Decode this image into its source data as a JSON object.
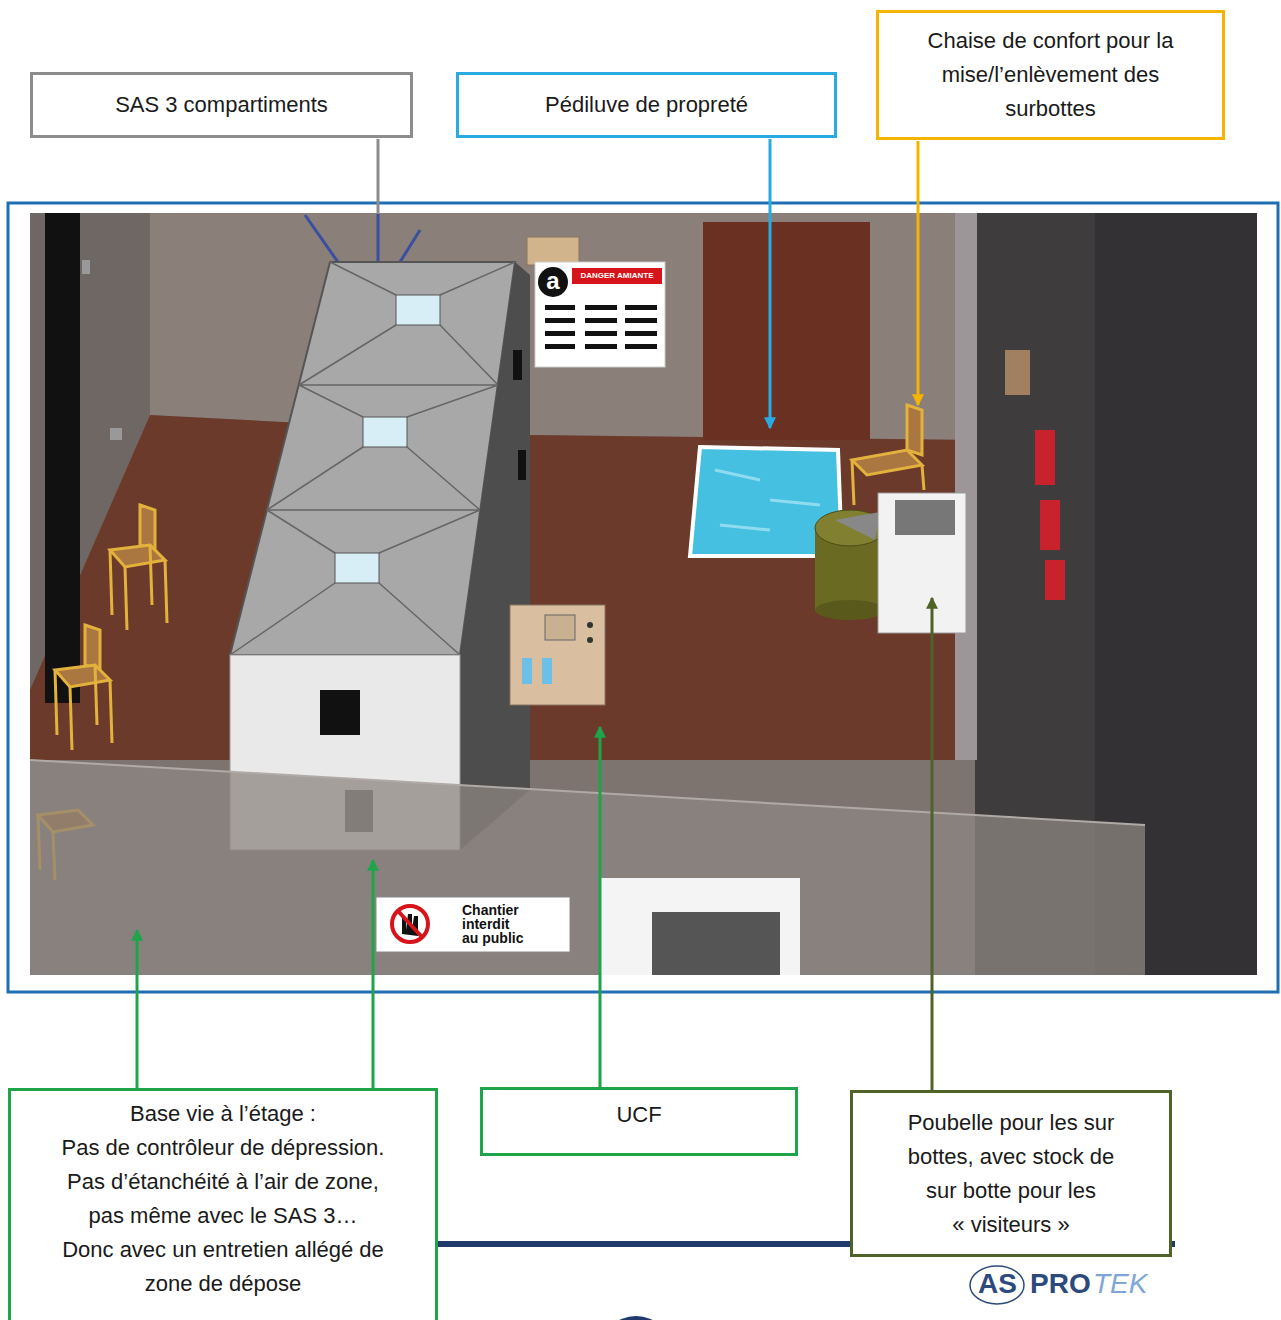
{
  "diagram": {
    "nodes": [
      {
        "text": [
          "SAS 3 compartiments"
        ]
      },
      {
        "text": [
          "Pédiluve de propreté"
        ]
      },
      {
        "text": [
          "Chaise de confort pour la mise/l’enlèvement des surbottes"
        ]
      },
      {
        "text": [
          "Base vie à l’étage :",
          "Pas de contrôleur de dépression.",
          "Pas d’étanchéité à l’air de zone, pas même avec le SAS 3…",
          "Donc avec un entretien allégé de zone de dépose"
        ]
      },
      {
        "text": [
          "UCF"
        ]
      },
      {
        "text": [
          "Poubelle pour les sur bottes, avec stock de sur botte pour les « visiteurs »"
        ]
      }
    ],
    "labels": [
      "DANGER AMIANTE",
      "a",
      "Chantier interdit au public",
      "AS",
      "PRO",
      "TEK"
    ]
  }
}
